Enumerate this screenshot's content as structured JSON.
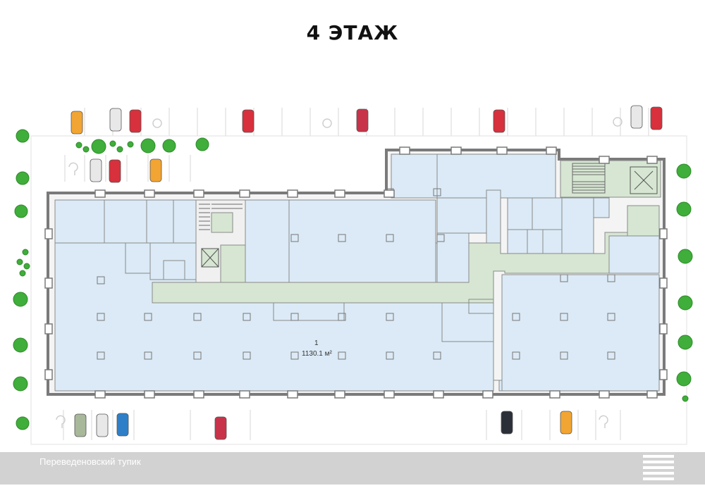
{
  "title": "4 ЭТАЖ",
  "street": "Переведеновский тупик",
  "premise": {
    "number": "1",
    "area": "1130.1 м²"
  },
  "colors": {
    "office": "#dbeaf6",
    "corridor": "#d6e6d2",
    "wall": "#7a7a7a",
    "road": "#d2d2d2",
    "tree": "#3fae3a"
  },
  "icons": [
    "car-icon",
    "tree-icon",
    "disabled-parking-icon",
    "no-parking-icon",
    "stairs-icon",
    "elevator-icon",
    "crosswalk-icon"
  ]
}
